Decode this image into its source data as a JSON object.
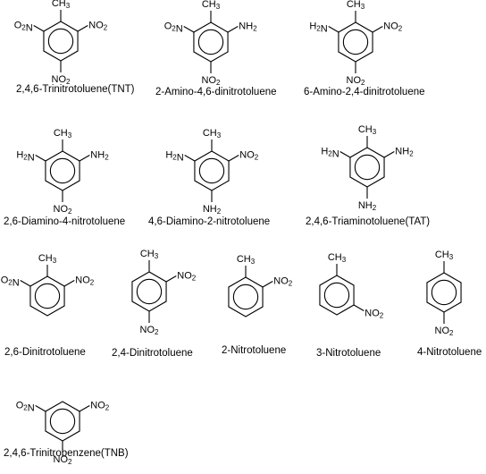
{
  "compounds": [
    {
      "id": "tnt",
      "name": "2,4,6-Trinitrotoluene(TNT)",
      "substituents": {
        "top": "CH3",
        "top_left": "NO2",
        "top_right": "NO2",
        "bottom": "NO2"
      }
    },
    {
      "id": "2a46",
      "name": "2-Amino-4,6-dinitrotoluene",
      "substituents": {
        "top": "CH3",
        "top_left": "NO2",
        "top_right": "NH2",
        "bottom": "NO2"
      }
    },
    {
      "id": "6a24",
      "name": "6-Amino-2,4-dinitrotoluene",
      "substituents": {
        "top": "CH3",
        "top_left": "NH2",
        "top_right": "NO2",
        "bottom": "NO2"
      }
    },
    {
      "id": "26d4",
      "name": "2,6-Diamino-4-nitrotoluene",
      "substituents": {
        "top": "CH3",
        "top_left": "NH2",
        "top_right": "NH2",
        "bottom": "NO2"
      }
    },
    {
      "id": "46d2",
      "name": "4,6-Diamino-2-nitrotoluene",
      "substituents": {
        "top": "CH3",
        "top_left": "NH2",
        "top_right": "NO2",
        "bottom": "NH2"
      }
    },
    {
      "id": "tat",
      "name": "2,4,6-Triaminotoluene(TAT)",
      "substituents": {
        "top": "CH3",
        "top_left": "NH2",
        "top_right": "NH2",
        "bottom": "NH2"
      }
    },
    {
      "id": "26dnt",
      "name": "2,6-Dinitrotoluene",
      "substituents": {
        "top": "CH3",
        "top_left": "NO2",
        "top_right": "NO2"
      }
    },
    {
      "id": "24dnt",
      "name": "2,4-Dinitrotoluene",
      "substituents": {
        "top": "CH3",
        "top_right": "NO2",
        "bottom": "NO2"
      }
    },
    {
      "id": "2nt",
      "name": "2-Nitrotoluene",
      "substituents": {
        "top": "CH3",
        "top_right": "NO2"
      }
    },
    {
      "id": "3nt",
      "name": "3-Nitrotoluene",
      "substituents": {
        "top": "CH3",
        "bottom_right": "NO2"
      }
    },
    {
      "id": "4nt",
      "name": "4-Nitrotoluene",
      "substituents": {
        "top": "CH3",
        "bottom": "NO2"
      }
    },
    {
      "id": "tnb",
      "name": "2,4,6-Trinitrobenzene(TNB)",
      "substituents": {
        "top_left": "NO2",
        "top_right": "NO2",
        "bottom": "NO2"
      }
    }
  ]
}
